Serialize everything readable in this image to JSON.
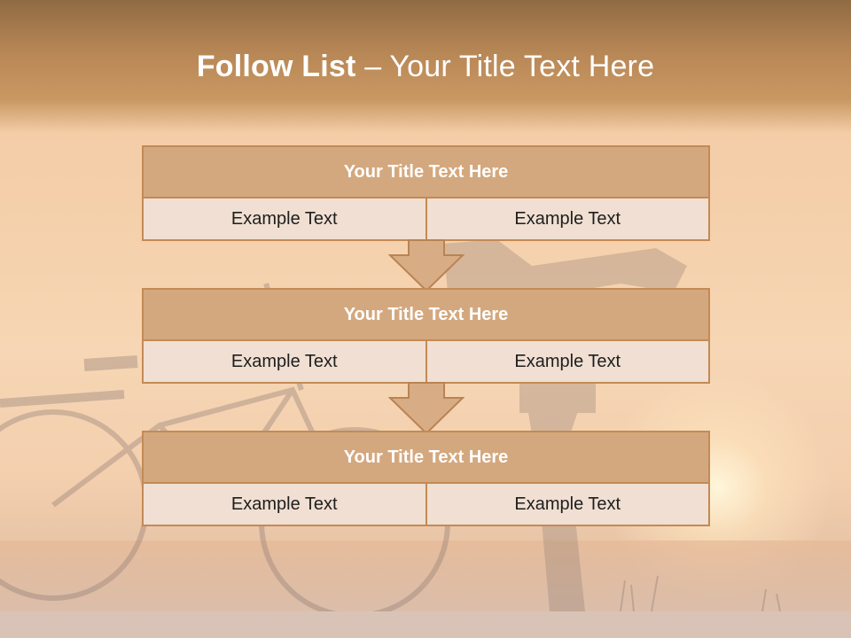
{
  "slide": {
    "title_bold": "Follow List",
    "title_rest": "– Your Title Text Here"
  },
  "blocks": [
    {
      "title": "Your Title Text Here",
      "left": "Example Text",
      "right": "Example Text"
    },
    {
      "title": "Your Title Text Here",
      "left": "Example Text",
      "right": "Example Text"
    },
    {
      "title": "Your Title Text Here",
      "left": "Example Text",
      "right": "Example Text"
    }
  ],
  "colors": {
    "header_band": "#b88756",
    "block_head": "#d4a87e",
    "block_row": "#f0dfd2",
    "border": "#c48a55",
    "arrow": "#d8ad85"
  }
}
